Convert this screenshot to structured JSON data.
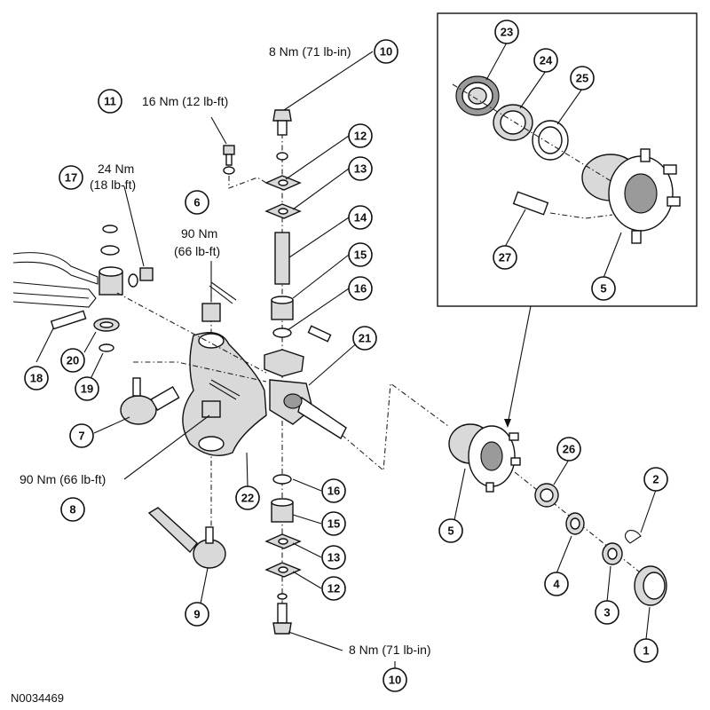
{
  "figure_id": "N0034469",
  "torque_specs": {
    "t10_top": "8 Nm (71 lb-in)",
    "t11": "16 Nm (12 lb-ft)",
    "t17_line1": "24 Nm",
    "t17_line2": "(18 lb-ft)",
    "t6_line1": "90 Nm",
    "t6_line2": "(66 lb-ft)",
    "t8": "90 Nm (66 lb-ft)",
    "t10_bottom": "8 Nm (71 lb-in)"
  },
  "callouts": {
    "c1": "1",
    "c2": "2",
    "c3": "3",
    "c4": "4",
    "c5_main": "5",
    "c5_inset": "5",
    "c6": "6",
    "c7": "7",
    "c8": "8",
    "c9": "9",
    "c10_top": "10",
    "c10_bottom": "10",
    "c11": "11",
    "c12_top": "12",
    "c12_bottom": "12",
    "c13_top": "13",
    "c13_bottom": "13",
    "c14": "14",
    "c15_top": "15",
    "c15_bottom": "15",
    "c16_top": "16",
    "c16_bottom": "16",
    "c17": "17",
    "c18": "18",
    "c19": "19",
    "c20": "20",
    "c21": "21",
    "c22": "22",
    "c23": "23",
    "c24": "24",
    "c25": "25",
    "c26": "26",
    "c27": "27"
  }
}
